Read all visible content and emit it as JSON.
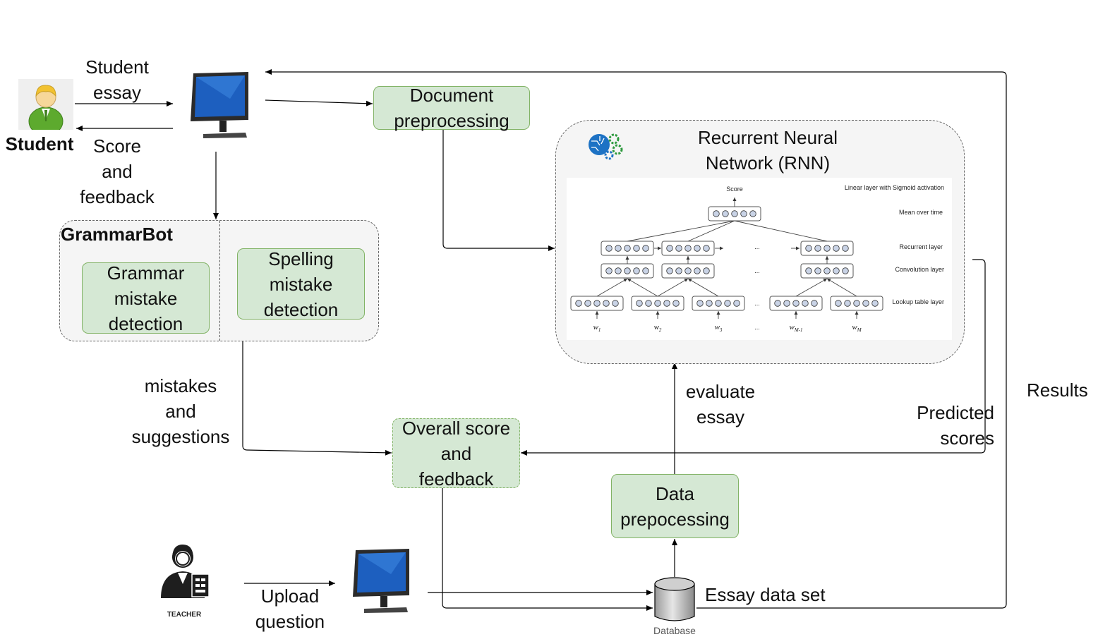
{
  "student": {
    "label": "Student",
    "essay_label": "Student\nessay",
    "feedback_label": "Score\nand\nfeedback"
  },
  "document_preprocessing": "Document\npreprocessing",
  "grammarbot": {
    "title": "GrammarBot",
    "grammar": "Grammar\nmistake\ndetection",
    "spelling": "Spelling\nmistake\ndetection"
  },
  "rnn": {
    "title": "Recurrent Neural\nNetwork (RNN)",
    "figure": {
      "score": "Score",
      "linear_layer": "Linear layer with Sigmoid activation",
      "mean_over_time": "Mean over time",
      "recurrent_layer": "Recurrent layer",
      "convolution_layer": "Convolution layer",
      "lookup_layer": "Lookup table layer",
      "ellipsis": "...",
      "words": [
        "w1",
        "w2",
        "w3",
        "...",
        "wM-1",
        "wM"
      ]
    }
  },
  "mistakes_label": "mistakes\nand\nsuggestions",
  "overall": "Overall score\nand\nfeedback",
  "evaluate_label": "evaluate\nessay",
  "predicted_label": "Predicted\nscores",
  "results_label": "Results",
  "data_preprocessing": "Data\nprepocessing",
  "teacher": {
    "badge": "TEACHER",
    "upload_label": "Upload\nquestion"
  },
  "database": {
    "label": "Essay data set",
    "caption": "Database"
  },
  "colors": {
    "box_fill": "#d5e8d4",
    "box_border": "#82b366",
    "group_fill": "#f5f5f5"
  }
}
